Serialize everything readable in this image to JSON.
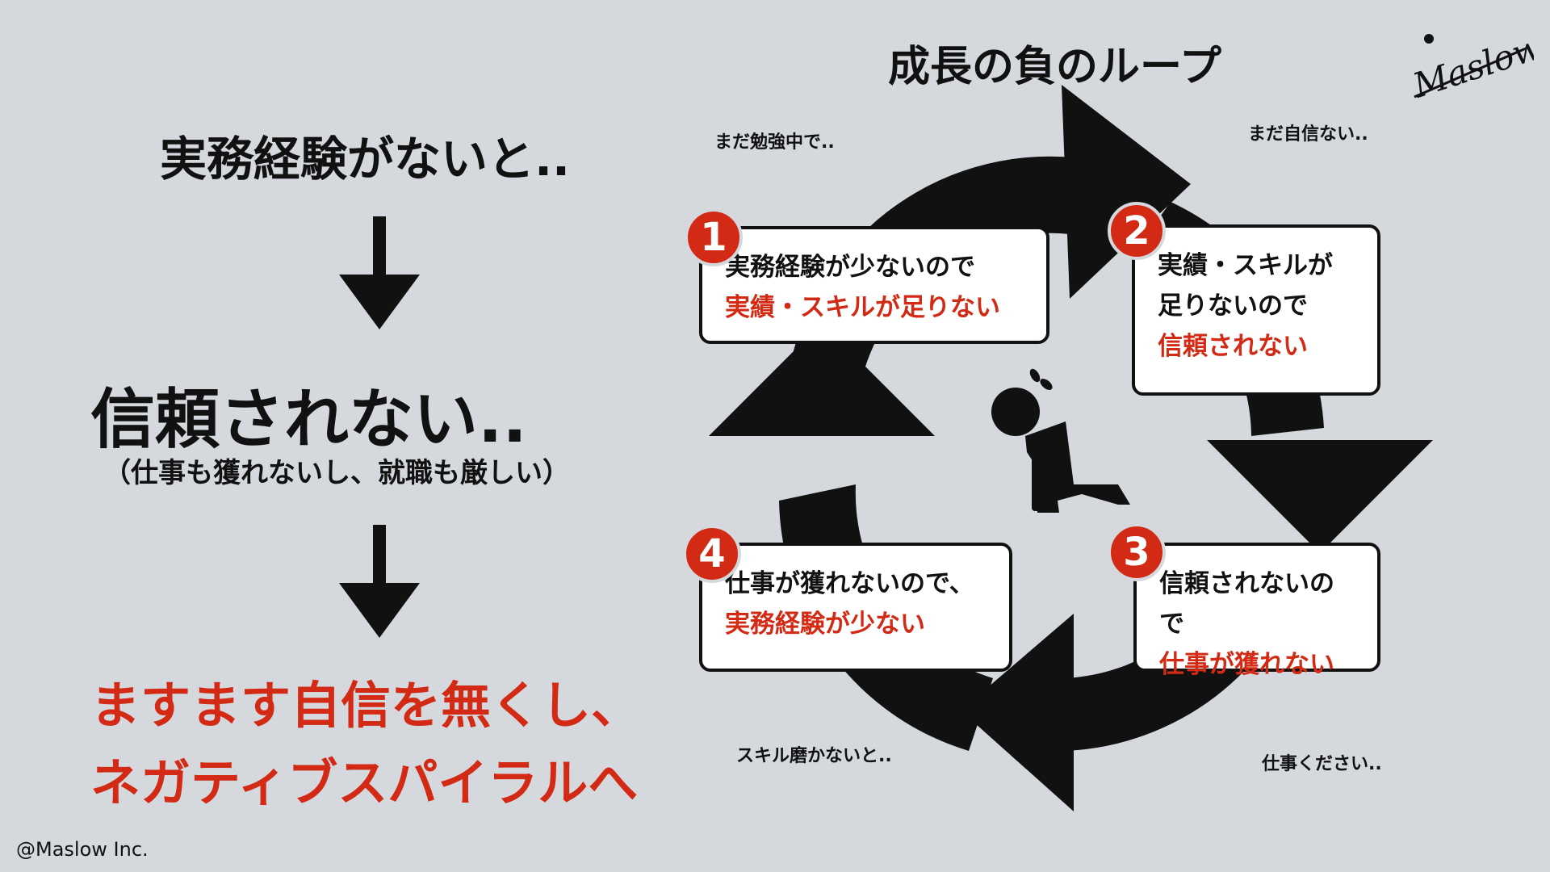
{
  "left": {
    "heading_1": "実務経験がないと..",
    "heading_2": "信頼されない..",
    "sub": "（仕事も獲れないし、就職も厳しい）",
    "conclusion_line_1": "ますます自信を無くし、",
    "conclusion_line_2": "ネガティブスパイラルへ"
  },
  "footer": {
    "copyright": "@Maslow Inc."
  },
  "logo": {
    "text": "Maslow"
  },
  "diagram": {
    "title": "成長の負のループ",
    "thoughts": {
      "top_left": "まだ勉強中で..",
      "top_right": "まだ自信ない..",
      "bottom_left": "スキル磨かないと..",
      "bottom_right": "仕事ください.."
    },
    "steps": [
      {
        "number": "1",
        "line_1": "実務経験が少ないので",
        "line_red": "実績・スキルが足りない"
      },
      {
        "number": "2",
        "line_1": "実績・スキルが",
        "line_2": "足りないので",
        "line_red": "信頼されない"
      },
      {
        "number": "3",
        "line_1": "信頼されないので",
        "line_red": "仕事が獲れない"
      },
      {
        "number": "4",
        "line_1": "仕事が獲れないので、",
        "line_red": "実務経験が少ない"
      }
    ]
  },
  "colors": {
    "accent": "#d22a14",
    "background": "#d5d9de",
    "ink": "#111111"
  }
}
